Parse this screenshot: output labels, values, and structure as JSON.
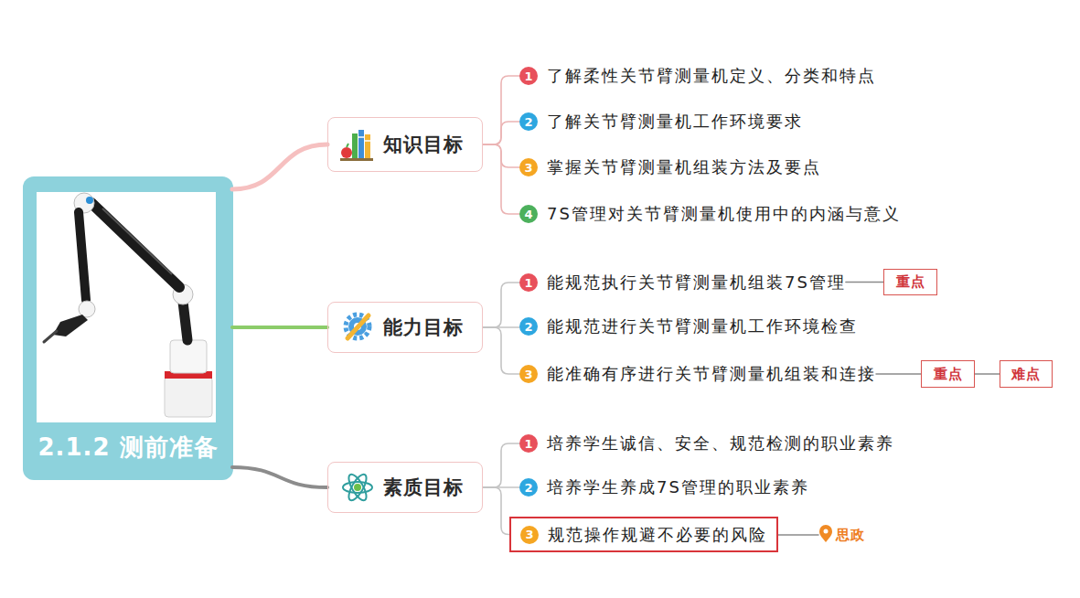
{
  "diagram": {
    "nodes": [
      {
        "text": [
          "2.1.2 测前准备"
        ]
      },
      {
        "text": [
          "知识目标"
        ]
      },
      {
        "text": [
          "1",
          "了解柔性关节臂测量机定义、分类和特点"
        ]
      },
      {
        "text": [
          "2",
          "了解关节臂测量机工作环境要求"
        ]
      },
      {
        "text": [
          "3",
          "掌握关节臂测量机组装方法及要点"
        ]
      },
      {
        "text": [
          "4",
          "7S管理对关节臂测量机使用中的内涵与意义"
        ]
      },
      {
        "text": [
          "能力目标"
        ]
      },
      {
        "text": [
          "1",
          "能规范执行关节臂测量机组装7S管理"
        ]
      },
      {
        "text": [
          "重点"
        ]
      },
      {
        "text": [
          "2",
          "能规范进行关节臂测量机工作环境检查"
        ]
      },
      {
        "text": [
          "3",
          "能准确有序进行关节臂测量机组装和连接"
        ]
      },
      {
        "text": [
          "重点"
        ]
      },
      {
        "text": [
          "难点"
        ]
      },
      {
        "text": [
          "素质目标"
        ]
      },
      {
        "text": [
          "1",
          "培养学生诚信、安全、规范检测的职业素养"
        ]
      },
      {
        "text": [
          "2",
          "培养学生养成7S管理的职业素养"
        ]
      },
      {
        "text": [
          "3",
          "规范操作规避不必要的风险"
        ]
      },
      {
        "text": [
          "思政"
        ]
      }
    ],
    "edges": [
      {
        "from": 0,
        "to": 1,
        "arrow": "none"
      },
      {
        "from": 0,
        "to": 6,
        "arrow": "none"
      },
      {
        "from": 0,
        "to": 13,
        "arrow": "none"
      },
      {
        "from": 1,
        "to": 2,
        "arrow": "none"
      },
      {
        "from": 1,
        "to": 3,
        "arrow": "none"
      },
      {
        "from": 1,
        "to": 4,
        "arrow": "none"
      },
      {
        "from": 1,
        "to": 5,
        "arrow": "none"
      },
      {
        "from": 6,
        "to": 7,
        "arrow": "none"
      },
      {
        "from": 6,
        "to": 9,
        "arrow": "none"
      },
      {
        "from": 6,
        "to": 10,
        "arrow": "none"
      },
      {
        "from": 7,
        "to": 8,
        "arrow": "none"
      },
      {
        "from": 10,
        "to": 11,
        "arrow": "none"
      },
      {
        "from": 11,
        "to": 12,
        "arrow": "none"
      },
      {
        "from": 13,
        "to": 14,
        "arrow": "none"
      },
      {
        "from": 13,
        "to": 15,
        "arrow": "none"
      },
      {
        "from": 13,
        "to": 16,
        "arrow": "none"
      },
      {
        "from": 16,
        "to": 17,
        "arrow": "none"
      }
    ]
  }
}
